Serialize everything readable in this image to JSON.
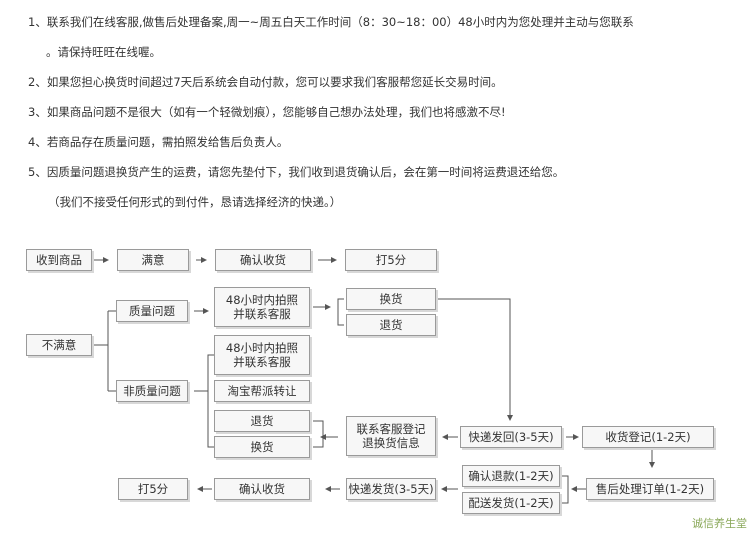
{
  "notes": [
    "1、联系我们在线客服,做售后处理备案,周一~周五白天工作时间（8：30~18：00）48小时内为您处理并主动与您联系",
    "。请保持旺旺在线喔。",
    "2、如果您担心换货时间超过7天后系统会自动付款，您可以要求我们客服帮您延长交易时间。",
    "3、如果商品问题不是很大（如有一个轻微划痕），您能够自己想办法处理，我们也将感激不尽!",
    "4、若商品存在质量问题，需拍照发给售后负责人。",
    "5、因质量问题退换货产生的运费，请您先垫付下，我们收到退货确认后，会在第一时间将运费退还给您。",
    "（我们不接受任何形式的到付件，恳请选择经济的快递。）"
  ],
  "flow": {
    "received": "收到商品",
    "satisfied": "满意",
    "confirm_receipt_top": "确认收货",
    "rate_top": "打5分",
    "unsatisfied": "不满意",
    "quality_issue": "质量问题",
    "photo_contact_1a": "48小时内拍照",
    "photo_contact_1b": "并联系客服",
    "exchange": "换货",
    "return": "退货",
    "non_quality_issue": "非质量问题",
    "photo_contact_2a": "48小时内拍照",
    "photo_contact_2b": "并联系客服",
    "taobao_dispatch": "淘宝帮派转让",
    "return_2": "退货",
    "exchange_2": "换货",
    "register_a": "联系客服登记",
    "register_b": "退换货信息",
    "ship_back": "快递发回(3-5天)",
    "receipt_register": "收货登记(1-2天)",
    "after_sales_order": "售后处理订单(1-2天)",
    "confirm_refund": "确认退款(1-2天)",
    "delivery_ship": "配送发货(1-2天)",
    "ship_out": "快递发货(3-5天)",
    "confirm_receipt_bottom": "确认收货",
    "rate_bottom": "打5分"
  },
  "watermark": "诚信养生堂",
  "colors": {
    "line": "#555555",
    "box_border": "#9a9a9a",
    "box_fill": "#f7f7f7",
    "watermark": "#8aa85a"
  }
}
